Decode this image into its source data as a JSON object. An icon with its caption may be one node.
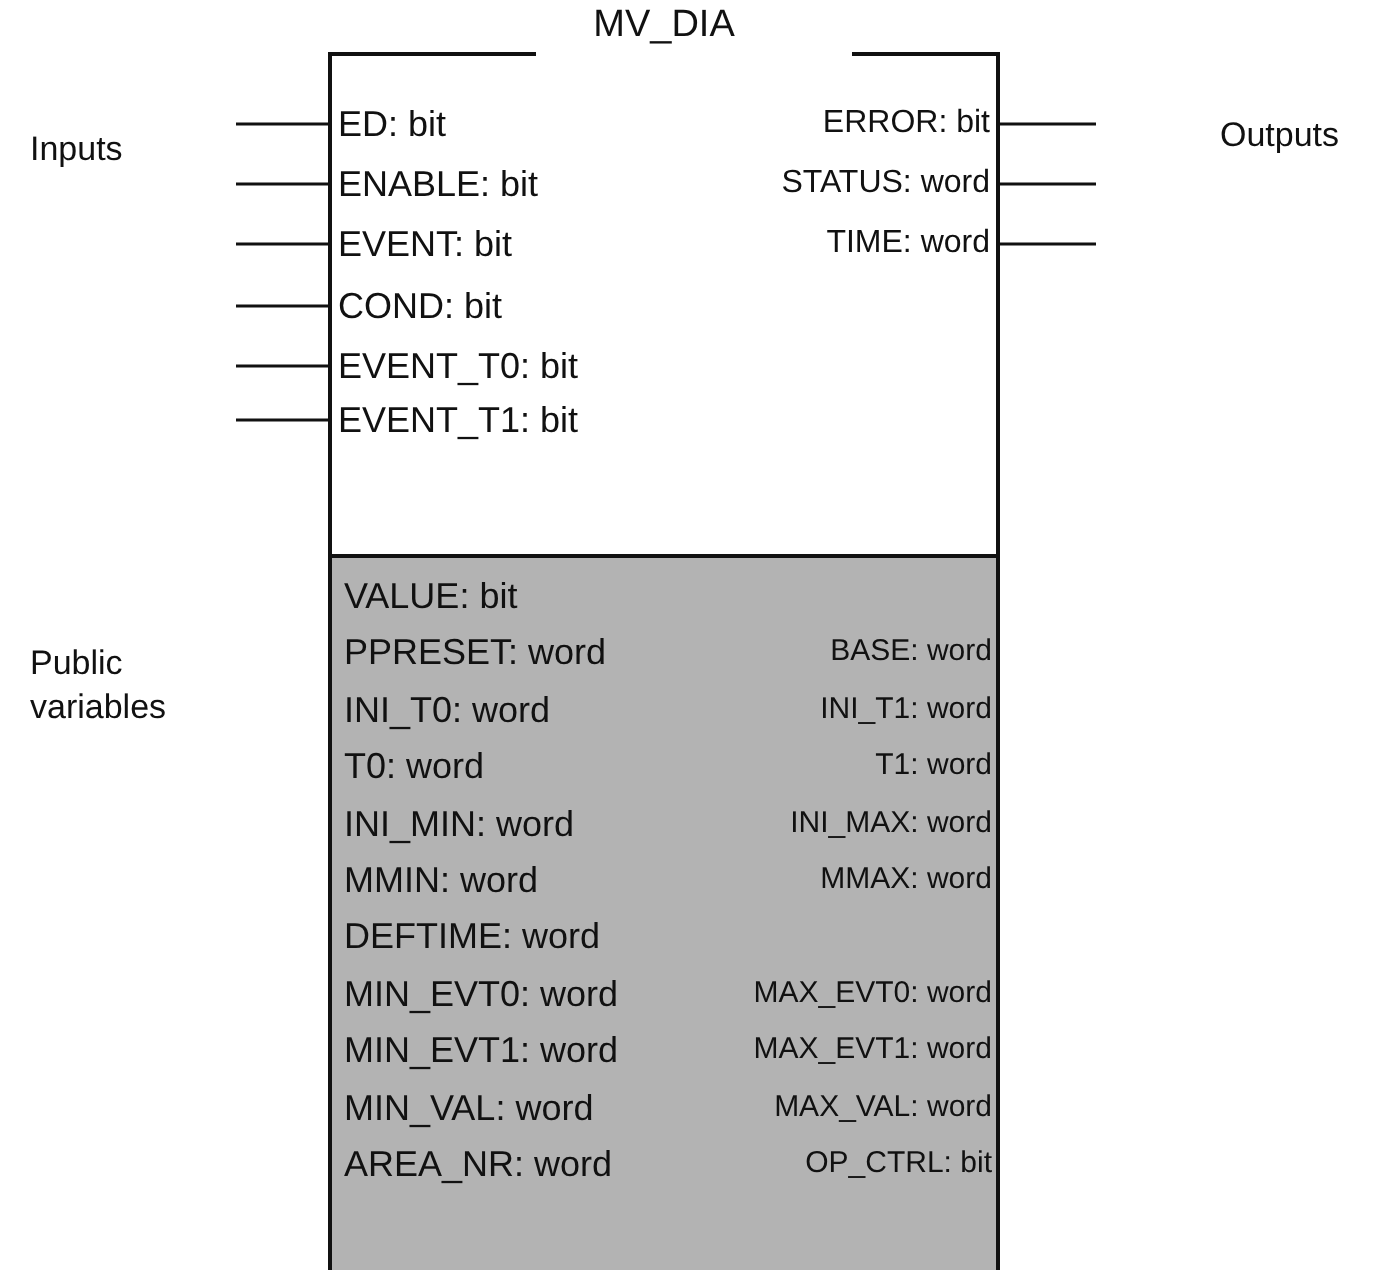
{
  "diagram": {
    "nodes": [
      {
        "text": [
          "MV_DIA"
        ]
      },
      {
        "text": [
          "ED: bit"
        ],
        "in": 0
      },
      {
        "text": [
          "ENABLE: bit"
        ],
        "in": 0
      },
      {
        "text": [
          "EVENT: bit"
        ],
        "in": 0
      },
      {
        "text": [
          "COND: bit"
        ],
        "in": 0
      },
      {
        "text": [
          "EVENT_T0: bit"
        ],
        "in": 0
      },
      {
        "text": [
          "EVENT_T1: bit"
        ],
        "in": 0
      },
      {
        "text": [
          "ERROR: bit"
        ],
        "in": 0
      },
      {
        "text": [
          "STATUS: word"
        ],
        "in": 0
      },
      {
        "text": [
          "TIME: word"
        ],
        "in": 0
      },
      {
        "text": [
          "VALUE: bit",
          "PPRESET: word",
          "BASE: word",
          "INI_T0: word",
          "INI_T1: word",
          "T0: word",
          "T1: word",
          "INI_MIN: word",
          "INI_MAX: word",
          "MMIN: word",
          "MMAX: word",
          "DEFTIME: word",
          "MIN_EVT0: word",
          "MAX_EVT0: word",
          "MIN_EVT1: word",
          "MAX_EVT1: word",
          "MIN_VAL: word",
          "MAX_VAL: word",
          "AREA_NR: word",
          "OP_CTRL: bit"
        ],
        "in": 0
      }
    ],
    "edges": [
      {
        "from": null,
        "to": 1,
        "arrow": "none"
      },
      {
        "from": null,
        "to": 2,
        "arrow": "none"
      },
      {
        "from": null,
        "to": 3,
        "arrow": "none"
      },
      {
        "from": null,
        "to": 4,
        "arrow": "none"
      },
      {
        "from": null,
        "to": 5,
        "arrow": "none"
      },
      {
        "from": null,
        "to": 6,
        "arrow": "none"
      },
      {
        "from": 7,
        "to": null,
        "arrow": "none"
      },
      {
        "from": 8,
        "to": null,
        "arrow": "none"
      },
      {
        "from": 9,
        "to": null,
        "arrow": "none"
      }
    ],
    "labels": [
      "Inputs",
      "Outputs",
      "Public variables"
    ]
  }
}
